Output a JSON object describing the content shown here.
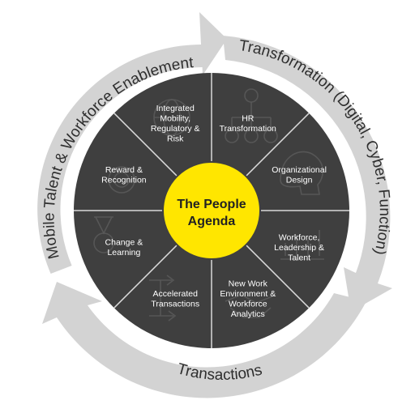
{
  "outer_ring": {
    "top_left": "Mobile Talent & Workforce Enablement",
    "right": "Transformation (Digital, Cyber, Function)",
    "bottom": "Transactions"
  },
  "center": {
    "line1": "The People",
    "line2": "Agenda"
  },
  "segments": [
    {
      "name": "hr-transformation",
      "lines": [
        "HR",
        "Transformation"
      ],
      "icon": "globe-icon"
    },
    {
      "name": "organizational-design",
      "lines": [
        "Organizational",
        "Design"
      ],
      "icon": "org-chart-icon"
    },
    {
      "name": "workforce-leadership-talent",
      "lines": [
        "Workforce,",
        "Leadership &",
        "Talent"
      ],
      "icon": "head-icon"
    },
    {
      "name": "new-work-environment",
      "lines": [
        "New Work",
        "Environment &",
        "Workforce",
        "Analytics"
      ],
      "icon": "chart-icon"
    },
    {
      "name": "accelerated-transactions",
      "lines": [
        "Accelerated",
        "Transactions"
      ],
      "icon": "handshake-icon"
    },
    {
      "name": "change-learning",
      "lines": [
        "Change &",
        "Learning"
      ],
      "icon": "flow-icon"
    },
    {
      "name": "reward-recognition",
      "lines": [
        "Reward &",
        "Recognition"
      ],
      "icon": "medal-icon"
    },
    {
      "name": "integrated-mobility",
      "lines": [
        "Integrated",
        "Mobility,",
        "Regulatory &",
        "Risk"
      ],
      "icon": "target-icon"
    }
  ],
  "colors": {
    "wheel": "#3f3f3f",
    "divider": "#d9d9d9",
    "center": "#ffe600",
    "ring": "#d3d3d3",
    "text_dark": "#2e2e2e",
    "text_light": "#ffffff"
  }
}
